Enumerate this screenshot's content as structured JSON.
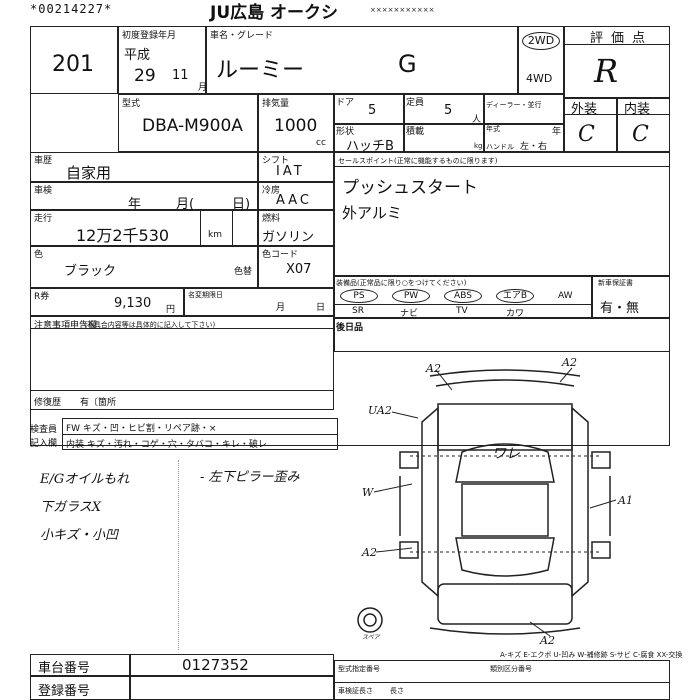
{
  "header": {
    "serial": "*00214227*",
    "auction": "JU広島 オークシ",
    "sub": "×××××××××××"
  },
  "lot": {
    "label": "",
    "number": "201"
  },
  "registration": {
    "label": "初度登録年月",
    "era": "平成",
    "year": "29",
    "month": "11",
    "month_unit": "月"
  },
  "vehicle": {
    "label": "車名・グレード",
    "name": "ルーミー",
    "grade": "G"
  },
  "drive": {
    "label_2wd": "2WD",
    "label_4wd": "4WD"
  },
  "score": {
    "label": "評価点",
    "value": "R"
  },
  "exterior": {
    "label": "外装",
    "value": "C"
  },
  "interior": {
    "label": "内装",
    "value": "C"
  },
  "model": {
    "label": "型式",
    "value": "DBA-M900A"
  },
  "displacement": {
    "label": "排気量",
    "value": "1000",
    "unit": "cc"
  },
  "doors": {
    "label": "ドア",
    "value": "5"
  },
  "capacity": {
    "label": "定員",
    "value": "5",
    "unit": "人"
  },
  "dealer": {
    "label": "ディーラー・並行",
    "year_label": "年式",
    "year_unit": "年"
  },
  "body_shape": {
    "label": "形状",
    "value": "ハッチB"
  },
  "load": {
    "label": "積載",
    "unit": "kg"
  },
  "handle": {
    "label": "ハンドル",
    "value": "左・右"
  },
  "usage": {
    "label": "車歴",
    "value": "自家用"
  },
  "shift": {
    "label": "シフト",
    "value": "IAT"
  },
  "inspection": {
    "label": "車検",
    "year": "年",
    "month": "月(",
    "day": "日)"
  },
  "aircon": {
    "label": "冷房",
    "value": "AAC"
  },
  "mileage": {
    "label": "走行",
    "value": "12万2千530",
    "unit": "km"
  },
  "fuel": {
    "label": "燃料",
    "value": "ガソリン"
  },
  "color": {
    "label": "色",
    "value": "ブラック",
    "code_label": "色替",
    "code_header": "色コード",
    "code": "X07"
  },
  "recycle": {
    "label": "R券",
    "value": "9,130",
    "unit": "円",
    "name_change_label": "名変期限日",
    "month": "月",
    "day": "日"
  },
  "sales_points": {
    "label": "セールスポイント(正常に機能するものに限ります)",
    "line1": "プッシュスタート",
    "line2": "外アルミ"
  },
  "equipment": {
    "label": "装備品(正常品に限り○をつけてください)",
    "items": [
      "PS",
      "PW",
      "ABS",
      "エアB",
      "AW"
    ],
    "items2": [
      "SR",
      "ナビ",
      "TV",
      "カワ"
    ],
    "warranty_label": "新車保証書",
    "warranty_value": "有・無"
  },
  "notes": {
    "label": "注意事項申告欄",
    "sub": "(不具合内容等は具体的に記入して下さい)"
  },
  "repair": {
    "label": "修復歴",
    "value": "有〔箇所"
  },
  "inspector": {
    "label": "後日品"
  },
  "checks": {
    "label1": "検査員",
    "label2": "記入欄",
    "row1": "FW キズ・凹・ヒビ割・リペア跡・×",
    "row2": "内装 キズ・汚れ・コゲ・穴・タバコ・キレ・破レ"
  },
  "handwritten": {
    "line1": "E/Gオイルもれ",
    "line2": "下ガラスX",
    "line3": "小キズ・小凹",
    "right": "- 左下ピラー歪み"
  },
  "diagram": {
    "marks": [
      "A2",
      "A2",
      "UA2",
      "ワレ",
      "W",
      "A1",
      "A2",
      "A2",
      "スペア"
    ]
  },
  "legend": "A-キズ E-エクボ U-凹み W-補修跡 S-サビ C-腐食 XX-交換",
  "vehicle_number": {
    "label": "車台番号",
    "value": "0127352"
  },
  "plate": {
    "label": "登録番号"
  },
  "bottom": {
    "sign": "型式指定番号",
    "cat": "類別区分番号",
    "length": "車検証長さ",
    "len2": "長さ"
  }
}
